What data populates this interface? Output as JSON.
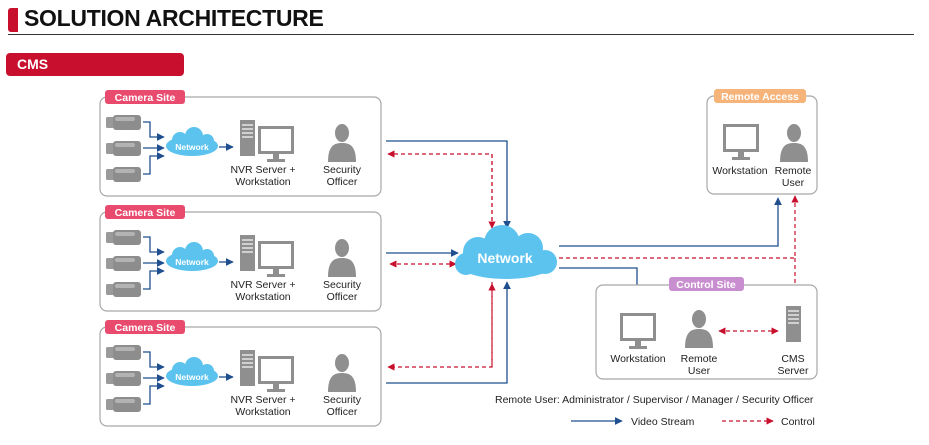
{
  "header": {
    "title": "SOLUTION ARCHITECTURE",
    "section_tab": "CMS"
  },
  "colors": {
    "brand_red": "#c8102e",
    "camera_site_tag": "#e94b6f",
    "remote_access_tag": "#f6b37a",
    "control_site_tag": "#c98ed0",
    "video_stream": "#1f4f8f",
    "control": "#c8102e",
    "network_cloud": "#5cc3ee"
  },
  "camera_sites": [
    {
      "tag": "Camera Site",
      "cloud_label": "Network",
      "server_label_1": "NVR Server +",
      "server_label_2": "Workstation",
      "officer_label_1": "Security",
      "officer_label_2": "Officer"
    },
    {
      "tag": "Camera Site",
      "cloud_label": "Network",
      "server_label_1": "NVR Server +",
      "server_label_2": "Workstation",
      "officer_label_1": "Security",
      "officer_label_2": "Officer"
    },
    {
      "tag": "Camera Site",
      "cloud_label": "Network",
      "server_label_1": "NVR Server +",
      "server_label_2": "Workstation",
      "officer_label_1": "Security",
      "officer_label_2": "Officer"
    }
  ],
  "central_network": {
    "label": "Network"
  },
  "remote_access": {
    "tag": "Remote Access",
    "workstation_label": "Workstation",
    "user_label_1": "Remote",
    "user_label_2": "User"
  },
  "control_site": {
    "tag": "Control Site",
    "workstation_label": "Workstation",
    "user_label_1": "Remote",
    "user_label_2": "User",
    "server_label_1": "CMS",
    "server_label_2": "Server"
  },
  "footnote": "Remote User: Administrator / Supervisor / Manager / Security Officer",
  "legend": {
    "video_stream": "Video Stream",
    "control": "Control"
  }
}
